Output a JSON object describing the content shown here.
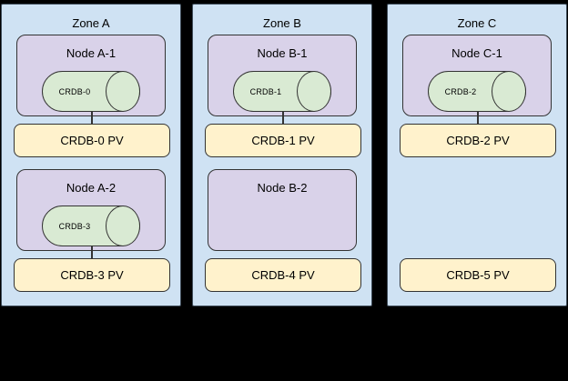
{
  "colors": {
    "canvas_bg": "#000000",
    "zone_fill": "#cfe2f3",
    "zone_border": "#3f4d5a",
    "node_fill": "#d9d2e9",
    "pod_fill": "#d9ead3",
    "pv_fill": "#fff2cc",
    "line": "#333333",
    "text": "#000000"
  },
  "zones": [
    {
      "label": "Zone A",
      "nodes": [
        {
          "label": "Node A-1",
          "pod": "CRDB-0"
        },
        {
          "label": "Node A-2",
          "pod": "CRDB-3"
        }
      ],
      "pvs": [
        {
          "label": "CRDB-0 PV"
        },
        {
          "label": "CRDB-3 PV"
        }
      ]
    },
    {
      "label": "Zone B",
      "nodes": [
        {
          "label": "Node B-1",
          "pod": "CRDB-1"
        },
        {
          "label": "Node B-2"
        }
      ],
      "pvs": [
        {
          "label": "CRDB-1 PV"
        },
        {
          "label": "CRDB-4 PV"
        }
      ]
    },
    {
      "label": "Zone C",
      "nodes": [
        {
          "label": "Node C-1",
          "pod": "CRDB-2"
        }
      ],
      "pvs": [
        {
          "label": "CRDB-2 PV"
        },
        {
          "label": "CRDB-5 PV"
        }
      ]
    }
  ]
}
